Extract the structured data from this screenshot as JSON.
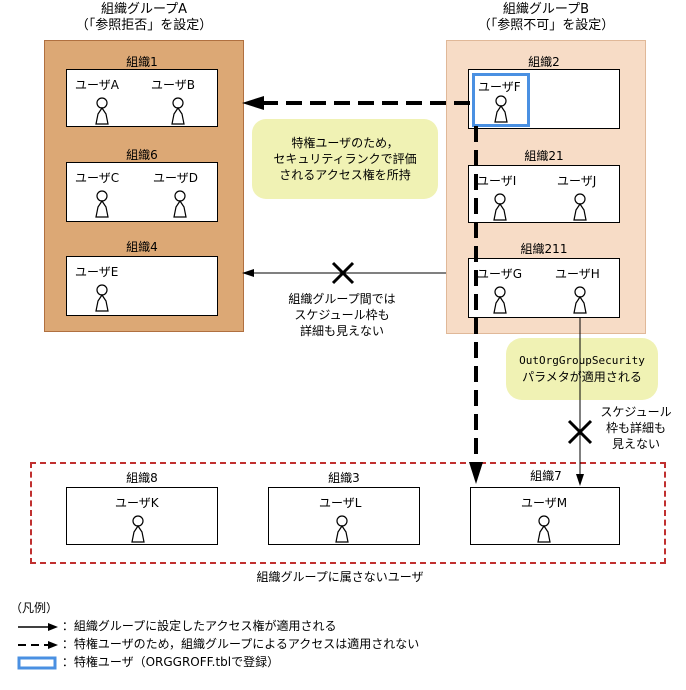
{
  "group_a": {
    "title_line1": "組織グループA",
    "title_line2": "（「参照拒否」を設定）",
    "orgs": [
      {
        "name": "組織1",
        "users": [
          "ユーザA",
          "ユーザB"
        ]
      },
      {
        "name": "組織6",
        "users": [
          "ユーザC",
          "ユーザD"
        ]
      },
      {
        "name": "組織4",
        "users": [
          "ユーザE"
        ]
      }
    ]
  },
  "group_b": {
    "title_line1": "組織グループB",
    "title_line2": "（「参照不可」を設定）",
    "orgs": [
      {
        "name": "組織2",
        "users": [
          "ユーザF"
        ]
      },
      {
        "name": "組織21",
        "users": [
          "ユーザI",
          "ユーザJ"
        ]
      },
      {
        "name": "組織211",
        "users": [
          "ユーザG",
          "ユーザH"
        ]
      }
    ]
  },
  "no_group": {
    "caption": "組織グループに属さないユーザ",
    "orgs": [
      {
        "name": "組織8",
        "users": [
          "ユーザK"
        ]
      },
      {
        "name": "組織3",
        "users": [
          "ユーザL"
        ]
      },
      {
        "name": "組織7",
        "users": [
          "ユーザM"
        ]
      }
    ]
  },
  "callouts": {
    "privileged": [
      "特権ユーザのため，",
      "セキュリティランクで評価",
      "されるアクセス権を所持"
    ],
    "param": [
      "OutOrgGroupSecurity",
      "パラメタが適用される"
    ]
  },
  "captions": {
    "between_groups": [
      "組織グループ間では",
      "スケジュール枠も",
      "詳細も見えない"
    ],
    "to_no_group": [
      "スケジュール",
      "枠も詳細も",
      "見えない"
    ]
  },
  "legend": {
    "title": "（凡例）",
    "solid": "：組織グループに設定したアクセス権が適用される",
    "dashed": "：特権ユーザのため，組織グループによるアクセスは適用されない",
    "box": "：特権ユーザ（ORGGROFF.tblで登録）"
  },
  "colors": {
    "group_a_fill": "#dca875",
    "group_b_fill": "#f7dcc6",
    "callout_fill": "#f0f2b4",
    "privileged_border": "#4a90e2",
    "dashed_region": "#c03030"
  }
}
